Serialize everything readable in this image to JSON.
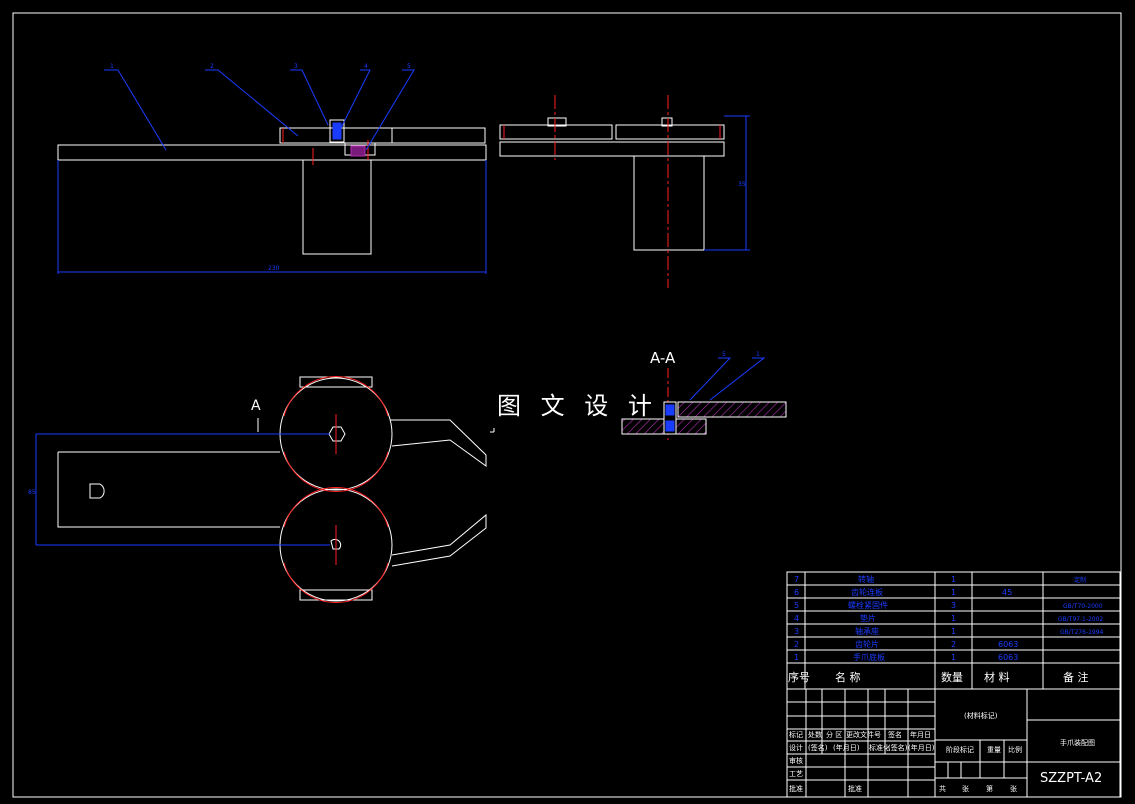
{
  "watermark": "图 文 设 计",
  "section_label": "A-A",
  "view_label_a": "A",
  "dimensions": {
    "overall_length": "230",
    "height_right": "35",
    "plan_width": "85"
  },
  "balloons": [
    "1",
    "2",
    "3",
    "4",
    "5"
  ],
  "section_balloons": [
    "5",
    "1"
  ],
  "bom": {
    "rows": [
      {
        "no": "7",
        "name": "转轴",
        "qty": "1",
        "mat": "",
        "note": "定制"
      },
      {
        "no": "6",
        "name": "齿轮连板",
        "qty": "1",
        "mat": "45",
        "note": ""
      },
      {
        "no": "5",
        "name": "螺栓紧固件",
        "qty": "3",
        "mat": "",
        "note": "GB/T70-2000"
      },
      {
        "no": "4",
        "name": "垫片",
        "qty": "1",
        "mat": "",
        "note": "GB/T97.1-2002"
      },
      {
        "no": "3",
        "name": "轴承座",
        "qty": "1",
        "mat": "",
        "note": "GB/T276-1994"
      },
      {
        "no": "2",
        "name": "齿轮片",
        "qty": "2",
        "mat": "6063",
        "note": ""
      },
      {
        "no": "1",
        "name": "手爪底板",
        "qty": "1",
        "mat": "6063",
        "note": ""
      }
    ],
    "headers": {
      "no": "序号",
      "name": "名          称",
      "qty": "数量",
      "mat": "材    料",
      "note": "备  注"
    }
  },
  "title_block": {
    "material_mark": "(材料标记)",
    "drawing_name": "手爪装配图",
    "code": "SZZPT-A2",
    "rev_row": [
      "标记",
      "处数",
      "分  区",
      "更改文件号",
      "签名",
      "年月日"
    ],
    "design_row": [
      "设计",
      "(签名)",
      "(年月日)",
      "标准化",
      "(签名)",
      "(年月日)"
    ],
    "check": "审核",
    "process": "工艺",
    "approve": "批准",
    "stage": "阶段标记",
    "weight": "重量",
    "scale": "比例",
    "sheet": [
      "共",
      "张",
      "第",
      "张"
    ]
  }
}
